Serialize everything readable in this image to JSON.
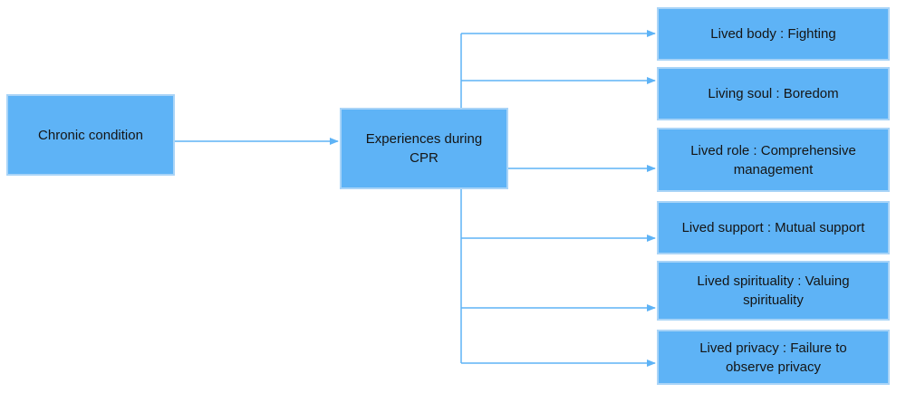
{
  "diagram": {
    "colors": {
      "node_fill": "#5eb3f6",
      "node_border": "#a9d4f7",
      "edge": "#5eb3f6",
      "text": "#151515"
    },
    "root": {
      "label": "Chronic condition"
    },
    "center": {
      "label": "Experiences during CPR"
    },
    "branches": [
      {
        "label": "Lived body : Fighting"
      },
      {
        "label": "Living soul : Boredom"
      },
      {
        "label": "Lived role : Comprehensive management"
      },
      {
        "label": "Lived support : Mutual support"
      },
      {
        "label": "Lived spirituality : Valuing spirituality"
      },
      {
        "label": "Lived privacy : Failure to observe privacy"
      }
    ]
  }
}
